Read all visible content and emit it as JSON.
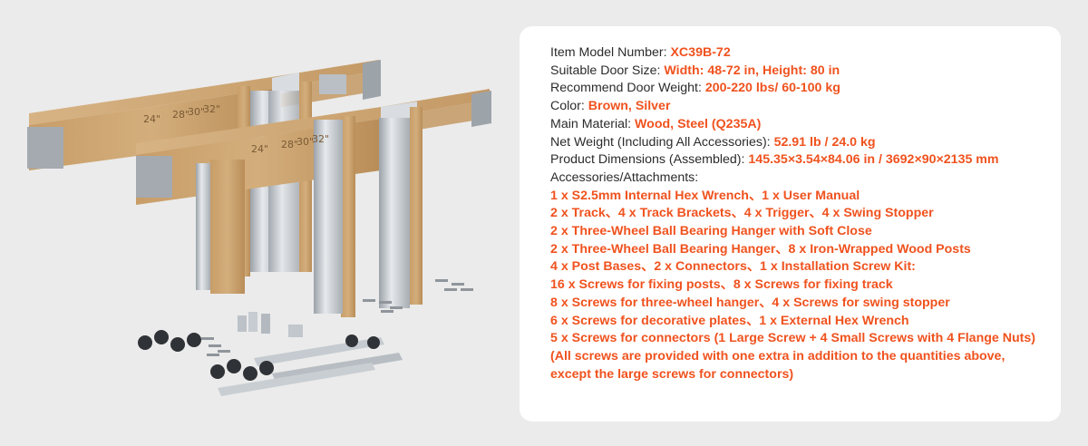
{
  "theme": {
    "accent": "#f0521e",
    "text": "#2b2b2b",
    "card_bg": "#ffffff",
    "page_bg": "#ebebeb",
    "wood": "#c9a272",
    "metal": "#c8cdd2"
  },
  "specs": [
    {
      "label": "Item Model Number: ",
      "value": "XC39B-72"
    },
    {
      "label": "Suitable Door Size: ",
      "value": "Width: 48-72 in,   Height: 80 in"
    },
    {
      "label": "Recommend Door Weight: ",
      "value": "200-220 lbs/ 60-100 kg"
    },
    {
      "label": "Color: ",
      "value": "Brown, Silver"
    },
    {
      "label": "Main Material: ",
      "value": "Wood, Steel (Q235A)"
    },
    {
      "label": "Net Weight (Including All Accessories): ",
      "value": "52.91 lb / 24.0 kg"
    },
    {
      "label": "Product Dimensions (Assembled): ",
      "value": "145.35×3.54×84.06 in / 3692×90×2135 mm"
    }
  ],
  "accessories": {
    "title": "Accessories/Attachments:",
    "items": [
      "1 x S2.5mm Internal Hex Wrench、1 x User Manual",
      "2 x Track、4 x Track Brackets、4 x Trigger、4 x Swing Stopper",
      "2 x Three-Wheel Ball Bearing Hanger with Soft Close",
      "2 x Three-Wheel Ball Bearing Hanger、8 x Iron-Wrapped Wood Posts",
      "4 x Post Bases、2 x Connectors、1 x Installation Screw Kit:",
      "16 x Screws for fixing posts、8 x Screws for fixing track",
      "8 x Screws for three-wheel hanger、4 x Screws for swing stopper",
      "6 x Screws for decorative plates、1 x External Hex Wrench",
      "5 x Screws for connectors (1 Large Screw + 4 Small Screws with 4 Flange Nuts)",
      "(All screws are provided with one extra in addition to the quantities above,",
      "except the large screws for connectors)"
    ]
  },
  "header_marks": [
    "24\"",
    "28\"",
    "30\"",
    "32\""
  ]
}
